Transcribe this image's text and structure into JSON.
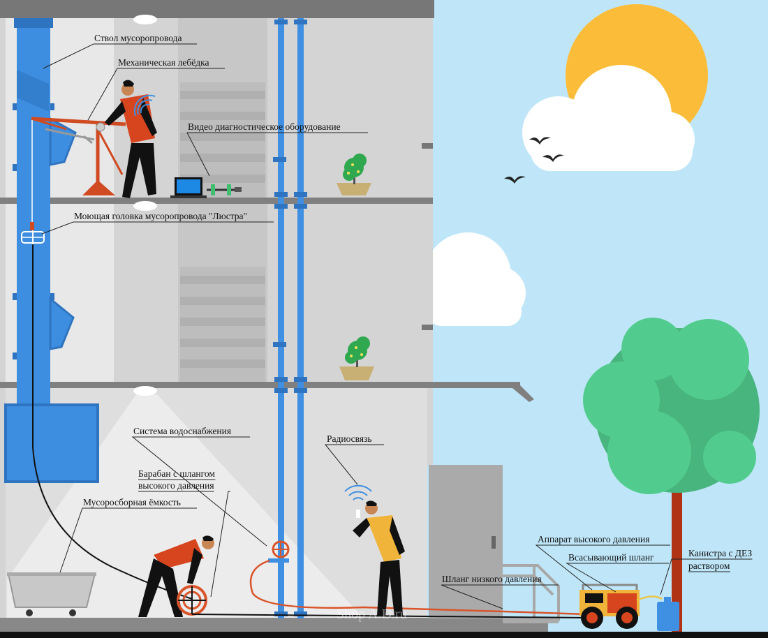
{
  "labels": {
    "chute": "Ствол мусоропровода",
    "winch": "Механическая лебёдка",
    "video": "Видео диагностическое оборудование",
    "head": "Моющая головка мусоропровода \"Люстра\"",
    "water": "Система водоснабжения",
    "drum_line1": "Барабан с шлангом",
    "drum_line2": "высокого давления",
    "bin": "Мусоросборная ёмкость",
    "radio": "Радиосвязь",
    "hp_unit": "Аппарат высокого давления",
    "suction": "Всасывающий шланг",
    "canister_line1": "Канистра с ДЕЗ",
    "canister_line2": "раствором",
    "lp_hose": "Шланг низкого давления"
  },
  "watermark": "Shop A.D.ru",
  "colors": {
    "sky": "#bfe6f8",
    "wall": "#d4d4d4",
    "wall_light": "#e6e6e6",
    "stairwell": "#c4c4c4",
    "chute_blue": "#3d8ee0",
    "pipe_blue": "#3f8fe2",
    "worker_orange": "#d6451e",
    "vest_yellow": "#f0b43a",
    "frame_red": "#d04a22",
    "sun": "#fbbd39",
    "tree": "#4fc98c",
    "trunk": "#b03316",
    "hose": "#d9542a"
  },
  "icons": [
    "sun-icon",
    "cloud-icon",
    "bird-icon",
    "tree-icon",
    "plant-icon",
    "laptop-icon",
    "camera-icon",
    "wifi-icon",
    "lamp-icon"
  ]
}
